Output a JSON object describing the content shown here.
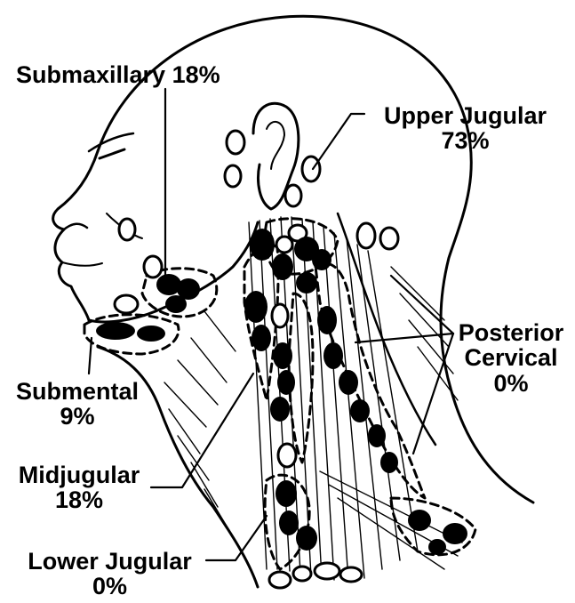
{
  "diagram": {
    "labels": {
      "submaxillary": {
        "name": "Submaxillary",
        "pct": "18%"
      },
      "upper_jugular": {
        "name": "Upper Jugular",
        "pct": "73%"
      },
      "posterior_cervical": {
        "name_line1": "Posterior",
        "name_line2": "Cervical",
        "pct": "0%"
      },
      "submental": {
        "name": "Submental",
        "pct": "9%"
      },
      "midjugular": {
        "name": "Midjugular",
        "pct": "18%"
      },
      "lower_jugular": {
        "name": "Lower Jugular",
        "pct": "0%"
      }
    },
    "colors": {
      "ink": "#000000",
      "paper": "#ffffff"
    }
  }
}
